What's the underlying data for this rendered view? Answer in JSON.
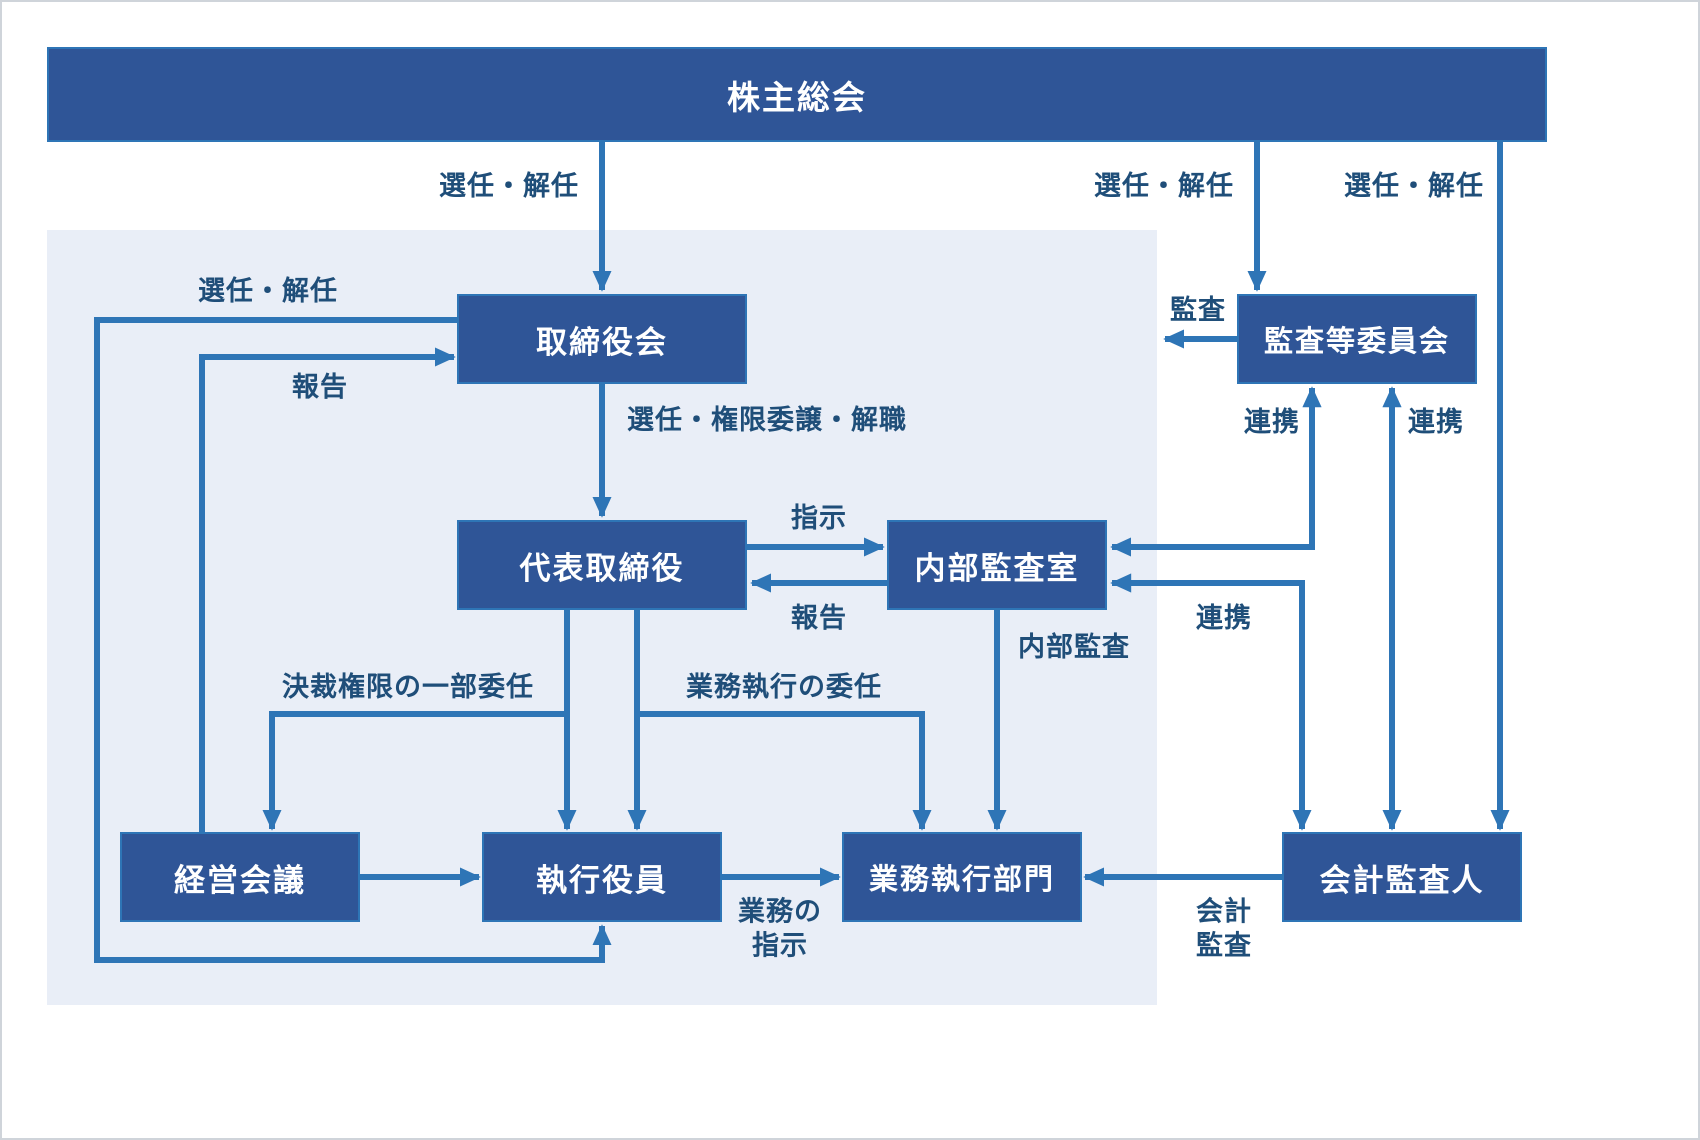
{
  "colors": {
    "node_fill": "#2F5597",
    "node_border": "#2E75B6",
    "node_text": "#FFFFFF",
    "arrow": "#2E75B6",
    "label_text": "#1F4E79",
    "panel_bg": "#E9EEF7",
    "canvas_bg": "#FFFFFF"
  },
  "nodes": {
    "shareholders": "株主総会",
    "board": "取締役会",
    "audit_committee": "監査等委員会",
    "representative_director": "代表取締役",
    "internal_audit_office": "内部監査室",
    "management_meeting": "経営会議",
    "executive_officers": "執行役員",
    "business_execution_divisions": "業務執行部門",
    "accounting_auditor": "会計監査人"
  },
  "edge_labels": {
    "appoint_dismiss_board": "選任・解任",
    "appoint_dismiss_committee": "選任・解任",
    "appoint_dismiss_accounting_auditor": "選任・解任",
    "appoint_dismiss_executives": "選任・解任",
    "report_to_board": "報告",
    "appoint_delegate_dismiss": "選任・権限委譲・解職",
    "audit": "監査",
    "cooperation_committee_internal": "連携",
    "cooperation_committee_auditor": "連携",
    "instruction": "指示",
    "report_to_representative": "報告",
    "internal_audit": "内部監査",
    "cooperation_auditor_internal": "連携",
    "partial_delegation_of_approval": "決裁権限の一部委任",
    "delegation_of_execution": "業務執行の委任",
    "business_instruction": "業務の\n指示",
    "accounting_audit": "会計\n監査"
  }
}
